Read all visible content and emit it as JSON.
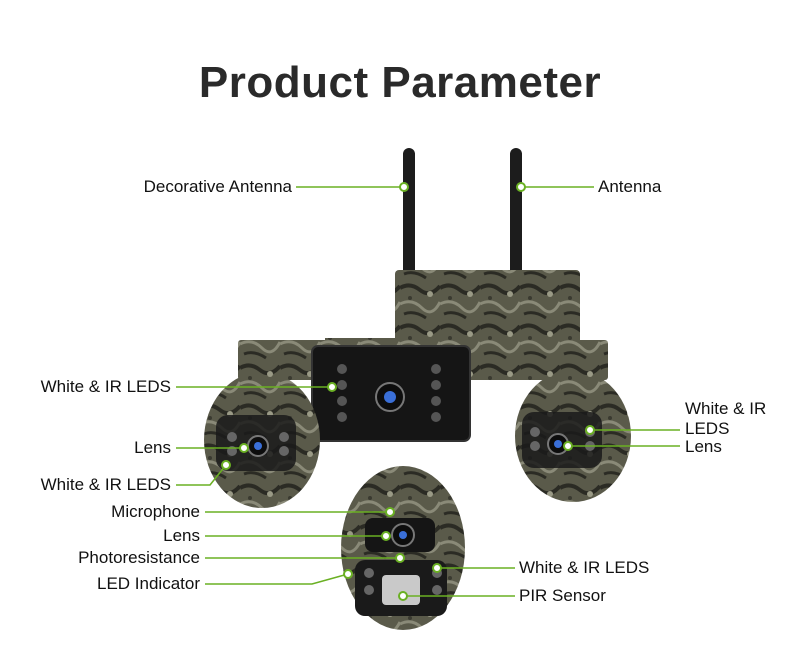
{
  "title": "Product Parameter",
  "accent_color": "#6ab023",
  "labels": {
    "decorative_antenna": "Decorative Antenna",
    "antenna": "Antenna",
    "white_ir_leds_left_top": "White & IR LEDS",
    "lens_left": "Lens",
    "white_ir_leds_left_bottom": "White & IR LEDS",
    "microphone": "Microphone",
    "lens_bottom": "Lens",
    "photoresistance": "Photoresistance",
    "led_indicator": "LED Indicator",
    "white_ir_leds_right_line1": "White & IR",
    "white_ir_leds_right_line2": "LEDS",
    "lens_right": "Lens",
    "white_ir_leds_bottom": "White & IR LEDS",
    "pir_sensor": "PIR Sensor"
  }
}
